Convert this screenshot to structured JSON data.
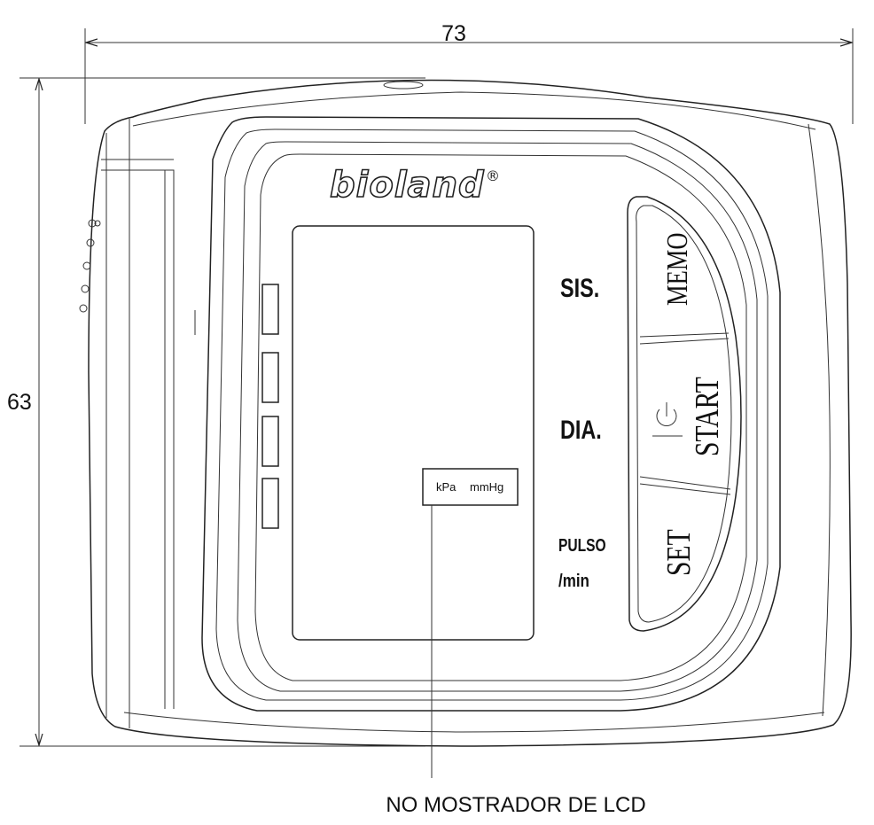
{
  "dimensions": {
    "width": "73",
    "height": "63"
  },
  "brand": {
    "name": "bioland",
    "registered": "®"
  },
  "display": {
    "sys_label": "SIS.",
    "dia_label": "DIA.",
    "pulse_label": "PULSO",
    "pulse_unit": "/min",
    "unit_kpa": "kPa",
    "unit_mmhg": "mmHg"
  },
  "buttons": {
    "memo": "MEMO",
    "start": "START",
    "set": "SET"
  },
  "caption": "NO MOSTRADOR DE LCD"
}
